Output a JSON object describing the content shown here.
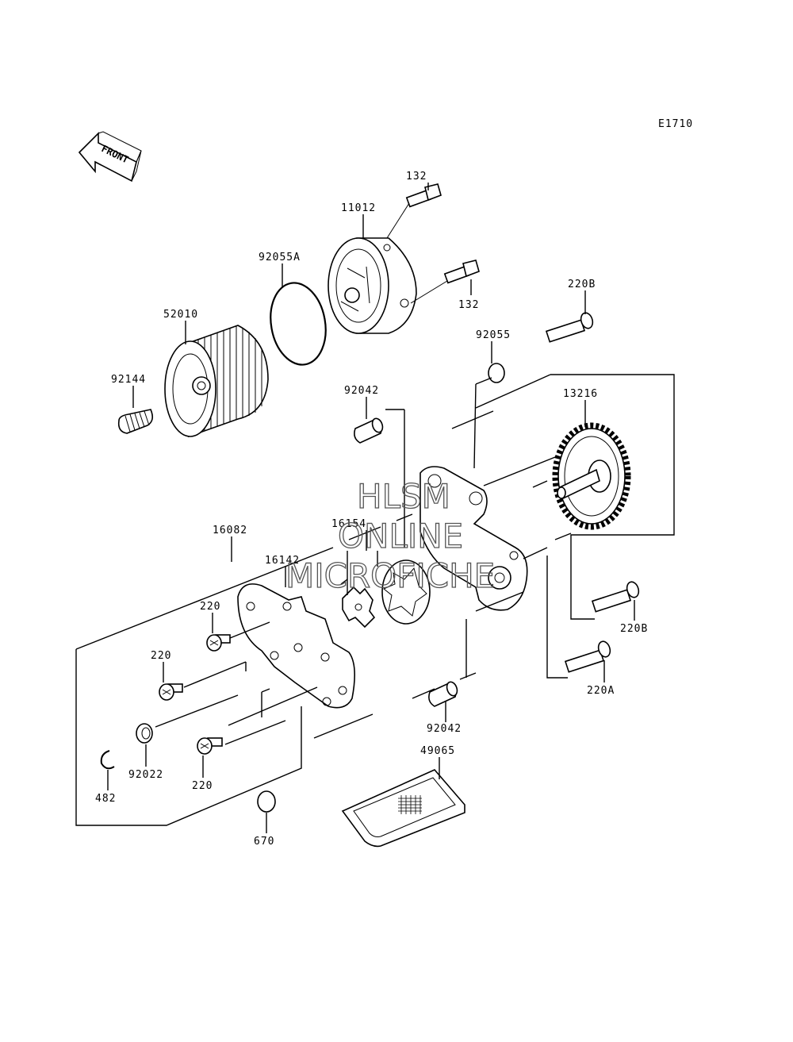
{
  "diagram_code": "E1710",
  "front_arrow_label": "FRONT",
  "watermark": [
    "HLSM",
    "ONLINE",
    "MICROFICHE"
  ],
  "parts": {
    "p132a": "132",
    "p132b": "132",
    "p11012": "11012",
    "p92055A": "92055A",
    "p220Btop": "220B",
    "p52010": "52010",
    "p92055": "92055",
    "p92144": "92144",
    "p92042a": "92042",
    "p13216": "13216",
    "p16082": "16082",
    "p16154": "16154",
    "p16142": "16142",
    "p220a": "220",
    "p220B2": "220B",
    "p220b": "220",
    "p220A": "220A",
    "p92042b": "92042",
    "p49065": "49065",
    "p92022": "92022",
    "p220c": "220",
    "p482": "482",
    "p670": "670"
  }
}
